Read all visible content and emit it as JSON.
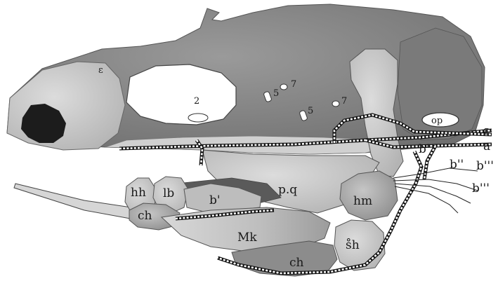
{
  "figure": {
    "labels": {
      "op": "op",
      "pq": "p.q",
      "hm": "hm",
      "sh": "s̊h",
      "mk": "Mk",
      "ch_upper": "ch",
      "ch_lower": "ch",
      "hh": "hh",
      "lb": "lb",
      "b1_jaw": "b'",
      "b1_right": "b'",
      "b2": "b''",
      "b3": "b'''",
      "b4": "b'''",
      "e": "ɛ",
      "a": "a",
      "n2": "2",
      "n5": "5",
      "n7_upper": "7",
      "n7_lower": "7",
      "n_mark": "ɛ"
    }
  }
}
